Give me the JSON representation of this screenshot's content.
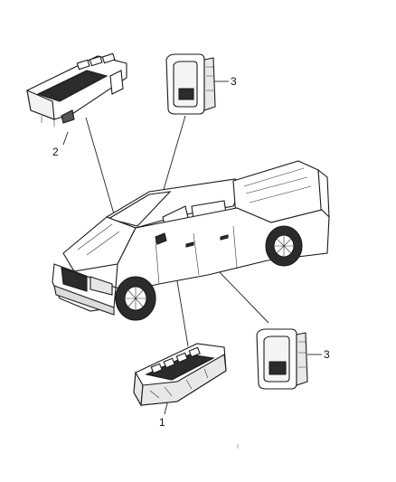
{
  "callouts": {
    "part_1": "1",
    "part_2": "2",
    "part_3_upper": "3",
    "part_3_lower": "3"
  },
  "footer_mark": "I",
  "colors": {
    "ink": "#1a1a1a",
    "body_fill": "#ffffff",
    "dark_fill": "#2b2b2b"
  }
}
